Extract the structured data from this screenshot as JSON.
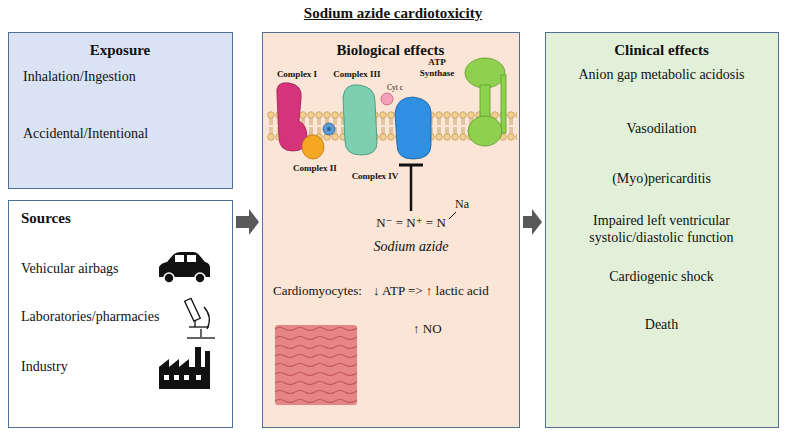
{
  "diagram": {
    "title": "Sodium azide cardiotoxicity",
    "nodes": [
      {
        "text": [
          "Exposure",
          "Inhalation/Ingestion",
          "Accidental/Intentional"
        ]
      },
      {
        "text": [
          "Sources",
          "Vehicular airbags",
          "Laboratories/pharmacies",
          "Industry"
        ]
      },
      {
        "text": [
          "Biological effects"
        ]
      },
      {
        "text": [
          "Clinical effects",
          "Anion gap metabolic acidosis",
          "Vasodilation",
          "(Myo)pericarditis",
          "Impaired left ventricular systolic/diastolic function",
          "Cardiogenic shock",
          "Death"
        ]
      }
    ],
    "edges": [
      {
        "from": 1,
        "to": 2,
        "arrow": "to"
      },
      {
        "from": 2,
        "to": 3,
        "arrow": "to"
      }
    ],
    "labels": [
      "Complex I",
      "Complex III",
      "Cyt c",
      "ATP Synthase",
      "Complex II",
      "Complex IV",
      "N⁻ = N⁺ = N",
      "Na",
      "Sodium azide",
      "Cardiomyocytes:",
      "↓ ATP => ↑ lactic acid",
      "↑ NO"
    ]
  }
}
